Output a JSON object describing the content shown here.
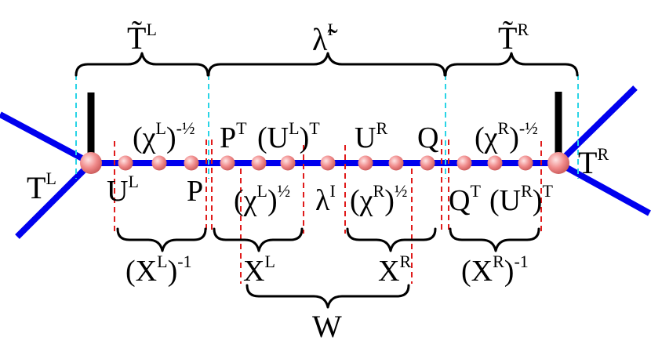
{
  "labels": {
    "t_tilde_l": "T̃",
    "t_tilde_l_sup": "L",
    "lambda_tilde": "λ̃",
    "lambda_tilde_sup": "I",
    "t_tilde_r": "T̃",
    "t_tilde_r_sup": "R",
    "t_l": "T",
    "t_l_sup": "L",
    "t_r": "T",
    "t_r_sup": "R",
    "chi_l_inv_half": "(χ",
    "chi_l_inv_half_sup": "L",
    "chi_l_inv_half_close": ")",
    "chi_l_inv_half_exp": "-½",
    "p_t": "P",
    "p_t_sup": "T",
    "u_l_t": "(U",
    "u_l_t_sup": "L",
    "u_l_t_close": ")",
    "u_l_t_exp": "T",
    "u_r": "U",
    "u_r_sup": "R",
    "q": "Q",
    "chi_r_inv_half": "(χ",
    "chi_r_inv_half_sup": "R",
    "chi_r_inv_half_close": ")",
    "chi_r_inv_half_exp": "-½",
    "u_l": "U",
    "u_l_sup": "L",
    "p": "P",
    "chi_l_half": "(χ",
    "chi_l_half_sup": "L",
    "chi_l_half_close": ")",
    "chi_l_half_exp": "½",
    "lambda_i": "λ",
    "lambda_i_sup": "I",
    "chi_r_half": "(χ",
    "chi_r_half_sup": "R",
    "chi_r_half_close": ")",
    "chi_r_half_exp": "½",
    "q_t": "Q",
    "q_t_sup": "T",
    "u_r_t": "(U",
    "u_r_t_sup": "R",
    "u_r_t_close": ")",
    "u_r_t_exp": "T",
    "x_l_inv": "(X",
    "x_l_inv_sup": "L",
    "x_l_inv_close": ")",
    "x_l_inv_exp": "-1",
    "x_l": "X",
    "x_l_sup": "L",
    "x_r": "X",
    "x_r_sup": "R",
    "x_r_inv": "(X",
    "x_r_inv_sup": "R",
    "x_r_inv_close": ")",
    "x_r_inv_exp": "-1",
    "w": "W"
  },
  "colors": {
    "bond": "#0000ee",
    "site_dark": "#e07070",
    "site_light": "#ffd8d8",
    "cut_red": "#e01b1b",
    "cut_cyan": "#2ad4e6",
    "brace": "#000000"
  }
}
